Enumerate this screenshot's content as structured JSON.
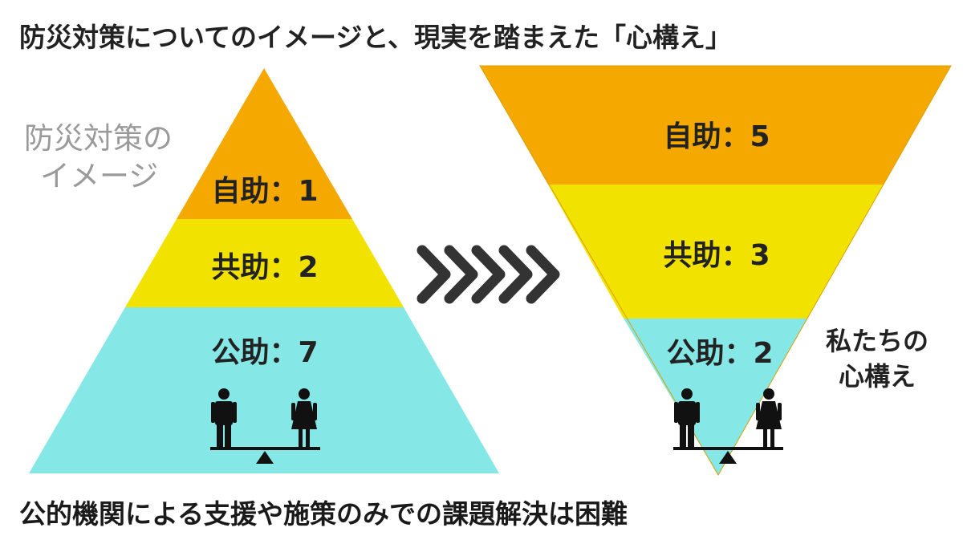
{
  "title": "防災対策についてのイメージと、現実を踏まえた「心構え」",
  "left_pyramid": {
    "caption_line1": "防災対策の",
    "caption_line2": "イメージ",
    "levels": [
      {
        "label": "自助：1",
        "value": 1,
        "color": "#f4a800"
      },
      {
        "label": "共助：2",
        "value": 2,
        "color": "#f2e200"
      },
      {
        "label": "公助：7",
        "value": 7,
        "color": "#86e8e6"
      }
    ]
  },
  "right_pyramid": {
    "caption_line1": "私たちの",
    "caption_line2": "心構え",
    "levels": [
      {
        "label": "自助：5",
        "value": 5,
        "color": "#f4a800"
      },
      {
        "label": "共助：3",
        "value": 3,
        "color": "#f2e200"
      },
      {
        "label": "公助：2",
        "value": 2,
        "color": "#86e8e6"
      }
    ]
  },
  "footer": "公的機関による支援や施策のみでの課題解決は困難",
  "icons": {
    "arrow": "chevrons-right-icon",
    "man": "man-icon",
    "woman": "woman-icon",
    "scale": "balance-scale-icon"
  },
  "colors": {
    "arrow": "#333333",
    "figure": "#111111"
  }
}
